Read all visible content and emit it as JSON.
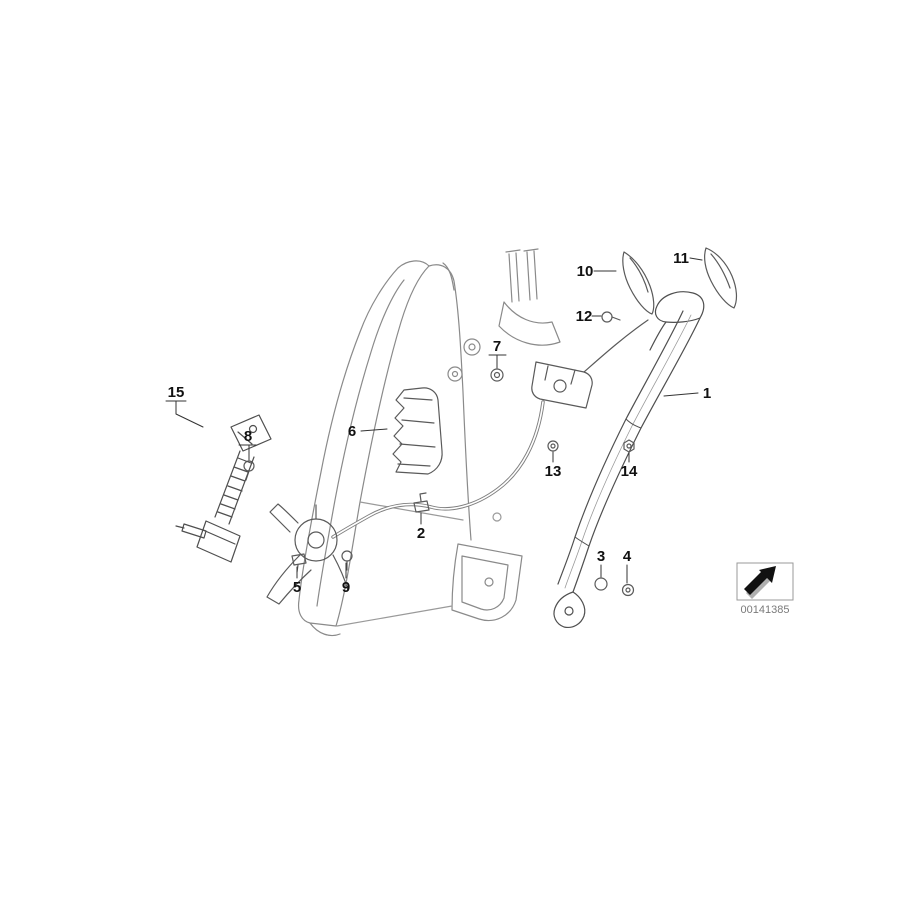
{
  "diagram": {
    "callouts": [
      {
        "label": "1"
      },
      {
        "label": "2"
      },
      {
        "label": "3"
      },
      {
        "label": "4"
      },
      {
        "label": "5"
      },
      {
        "label": "6"
      },
      {
        "label": "7"
      },
      {
        "label": "8"
      },
      {
        "label": "9"
      },
      {
        "label": "10"
      },
      {
        "label": "11"
      },
      {
        "label": "12"
      },
      {
        "label": "13"
      },
      {
        "label": "14"
      },
      {
        "label": "15"
      }
    ],
    "stamp": {
      "part_number": "00141385",
      "arrow_icon": "direction-arrow"
    },
    "colors": {
      "line": "#5a5a5a",
      "frame_line": "#8a8a8a",
      "label": "#111111",
      "stamp_text": "#7a7a7a"
    }
  }
}
